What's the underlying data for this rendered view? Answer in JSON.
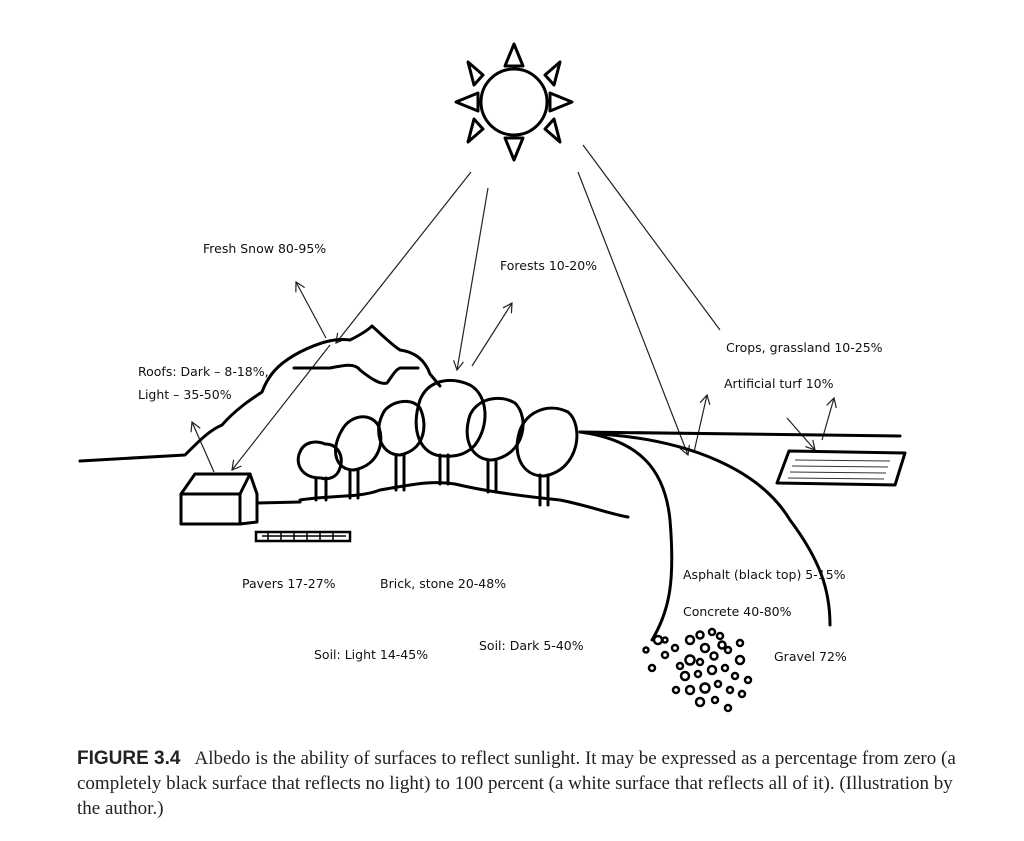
{
  "labels": {
    "fresh_snow": "Fresh Snow 80-95%",
    "forests": "Forests 10-20%",
    "roofs_line1": "Roofs: Dark – 8-18%,",
    "roofs_line2": "Light – 35-50%",
    "crops": "Crops, grassland 10-25%",
    "artificial_turf": "Artificial turf 10%",
    "pavers": "Pavers 17-27%",
    "brick_stone": "Brick, stone 20-48%",
    "asphalt": "Asphalt (black top) 5-15%",
    "concrete": "Concrete 40-80%",
    "soil_light": "Soil: Light 14-45%",
    "soil_dark": "Soil: Dark 5-40%",
    "gravel": "Gravel 72%"
  },
  "caption": {
    "figure_number": "FIGURE 3.4",
    "text": "Albedo is the ability of surfaces to reflect sunlight. It may be expressed as a percentage from zero (a completely black surface that reflects no light) to 100 percent (a white surface that reflects all of it). (Illustration by the author.)"
  }
}
